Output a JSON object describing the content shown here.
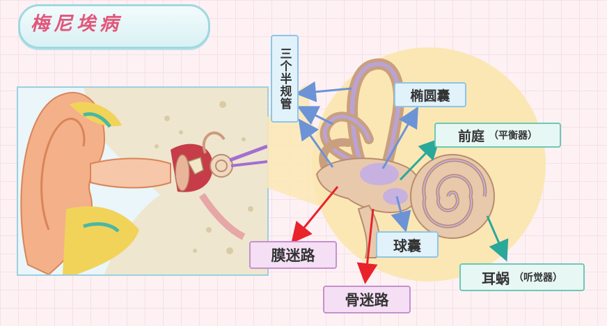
{
  "title": "梅尼埃病",
  "labels": {
    "semicircular_canals": "三个半规管",
    "utricle": "椭圆囊",
    "vestibule": "前庭",
    "vestibule_note": "（平衡器）",
    "membranous_labyrinth": "膜迷路",
    "saccule": "球囊",
    "cochlea": "耳蜗",
    "cochlea_note": "（听觉器）",
    "bony_labyrinth": "骨迷路"
  },
  "colors": {
    "title_text": "#e2567a",
    "blue_arrow": "#6c93d6",
    "green_arrow": "#2aa89a",
    "red_arrow": "#e8232a",
    "spotlight": "#fbe7b4"
  }
}
